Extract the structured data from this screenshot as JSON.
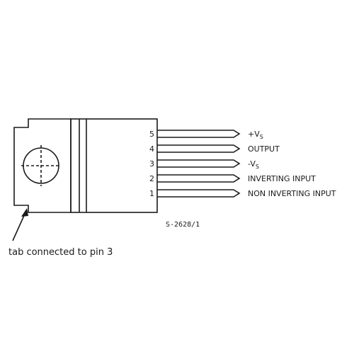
{
  "pins": [
    {
      "number": "5",
      "label": "+V",
      "sub": "S"
    },
    {
      "number": "4",
      "label": "OUTPUT",
      "sub": ""
    },
    {
      "number": "3",
      "label": "-V",
      "sub": "S"
    },
    {
      "number": "2",
      "label": "INVERTING INPUT",
      "sub": ""
    },
    {
      "number": "1",
      "label": "NON INVERTING INPUT",
      "sub": ""
    }
  ],
  "drawing_code": "S-2628/1",
  "tab_note": "tab connected to pin 3"
}
